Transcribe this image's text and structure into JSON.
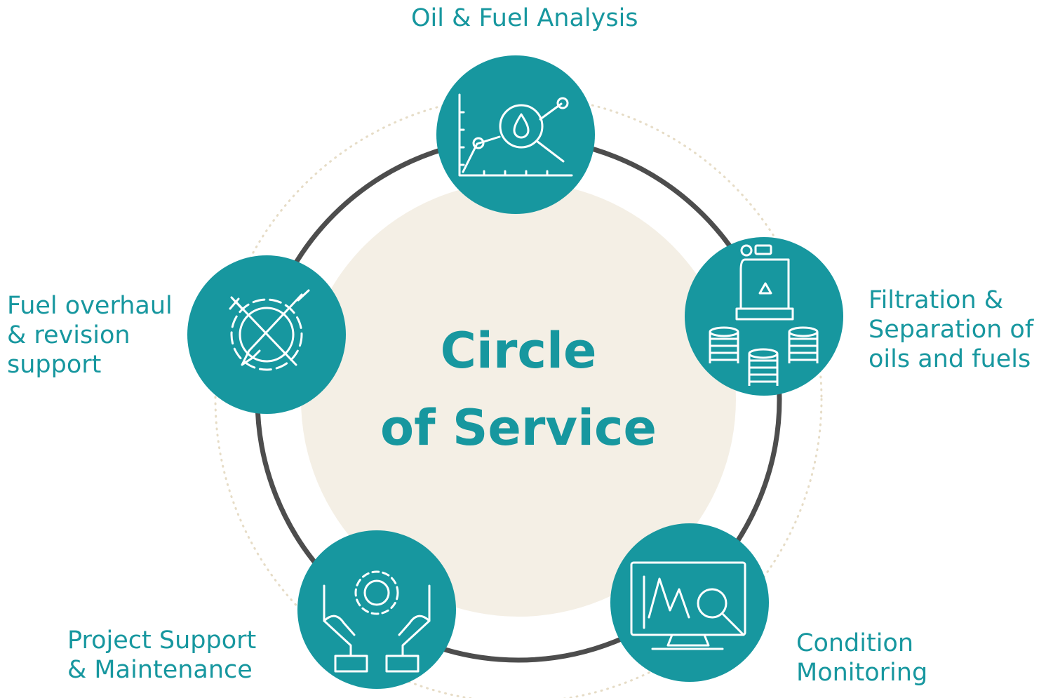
{
  "title": [
    "Circle",
    "of Service"
  ],
  "services": [
    {
      "lines": [
        "Oil & Fuel Analysis"
      ],
      "icon": "oil-analysis-icon"
    },
    {
      "lines": [
        "Filtration &",
        "Separation of",
        "oils and fuels"
      ],
      "icon": "filtration-separation-icon"
    },
    {
      "lines": [
        "Condition",
        "Monitoring"
      ],
      "icon": "condition-monitoring-icon"
    },
    {
      "lines": [
        "Project Support",
        "& Maintenance"
      ],
      "icon": "project-support-icon"
    },
    {
      "lines": [
        "Fuel overhaul",
        "& revision",
        "support"
      ],
      "icon": "fuel-overhaul-icon"
    }
  ],
  "colors": {
    "teal": "#17979f",
    "beige": "#f4efe5",
    "ring": "#4d4d4d",
    "dotted": "#e6dcc6",
    "icon_stroke": "#ffffff"
  }
}
